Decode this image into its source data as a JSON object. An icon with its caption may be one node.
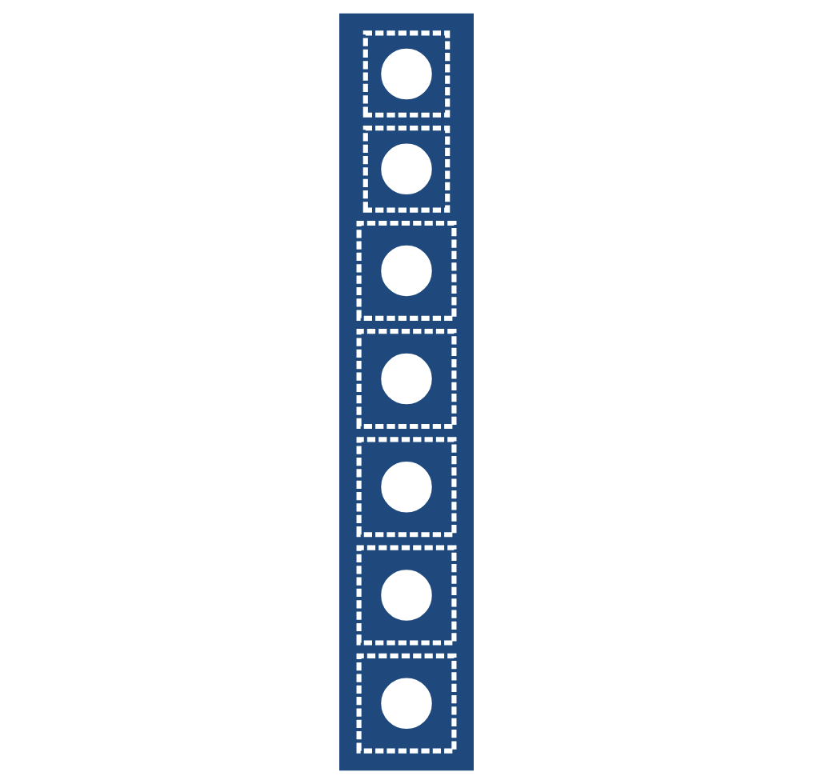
{
  "diagram": {
    "nodes": [
      {
        "text": [],
        "shape": "box"
      },
      {
        "text": [],
        "shape": "circle",
        "in": 0
      },
      {
        "text": [],
        "shape": "box"
      },
      {
        "text": [],
        "shape": "circle",
        "in": 2
      },
      {
        "text": [],
        "shape": "box"
      },
      {
        "text": [],
        "shape": "circle",
        "in": 4
      },
      {
        "text": [],
        "shape": "box"
      },
      {
        "text": [],
        "shape": "circle",
        "in": 6
      },
      {
        "text": [],
        "shape": "box"
      },
      {
        "text": [],
        "shape": "circle",
        "in": 8
      },
      {
        "text": [],
        "shape": "box"
      },
      {
        "text": [],
        "shape": "circle",
        "in": 10
      },
      {
        "text": [],
        "shape": "box"
      },
      {
        "text": [],
        "shape": "circle",
        "in": 12
      }
    ]
  }
}
